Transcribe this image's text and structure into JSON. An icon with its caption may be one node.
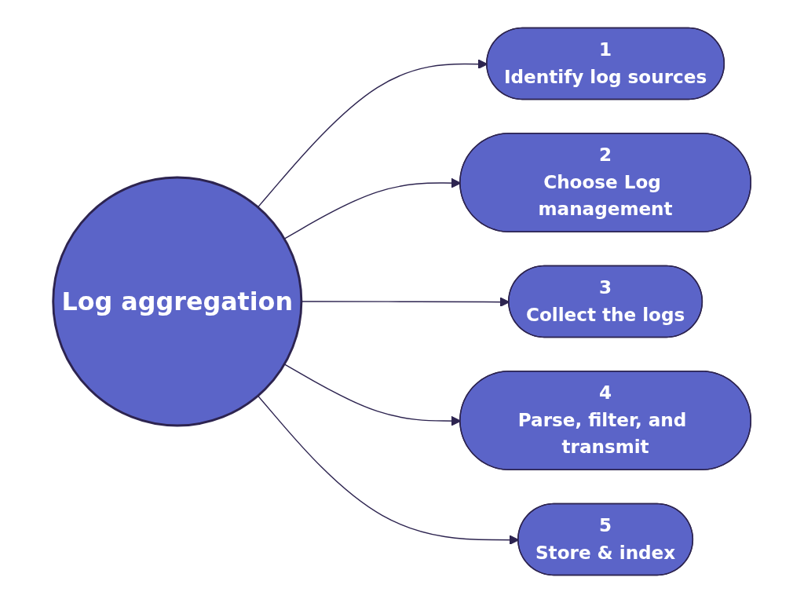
{
  "diagram": {
    "nodes": [
      {
        "text": [
          "Log aggregation"
        ]
      },
      {
        "text": [
          "1",
          "Identify log sources"
        ]
      },
      {
        "text": [
          "2",
          "Choose Log management"
        ]
      },
      {
        "text": [
          "3",
          "Collect the logs"
        ]
      },
      {
        "text": [
          "4",
          "Parse, filter, and transmit"
        ]
      },
      {
        "text": [
          "5",
          "Store & index"
        ]
      }
    ],
    "edges": [
      {
        "from": 0,
        "to": 1,
        "arrow": "to"
      },
      {
        "from": 0,
        "to": 2,
        "arrow": "to"
      },
      {
        "from": 0,
        "to": 3,
        "arrow": "to"
      },
      {
        "from": 0,
        "to": 4,
        "arrow": "to"
      },
      {
        "from": 0,
        "to": 5,
        "arrow": "to"
      }
    ]
  }
}
